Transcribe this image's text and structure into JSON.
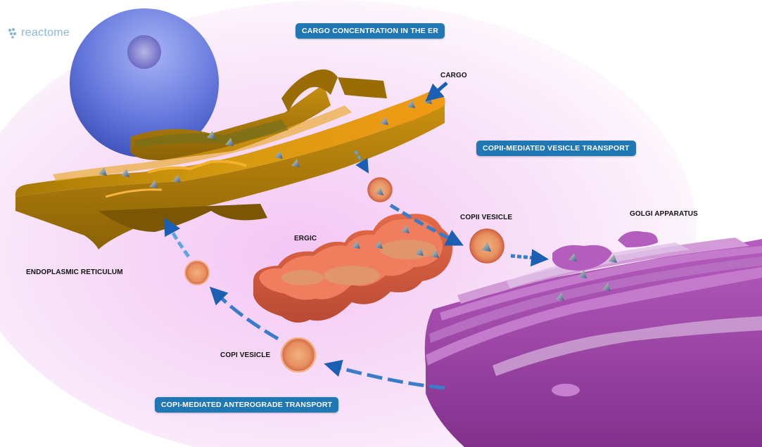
{
  "brand": {
    "logo_text": "reactome",
    "logo_color": "#8ab8d8"
  },
  "banners": {
    "cargo_concentration": "CARGO CONCENTRATION IN THE ER",
    "copii_transport": "COPII-MEDIATED VESICLE TRANSPORT",
    "copi_transport": "COPI-MEDIATED ANTEROGRADE TRANSPORT"
  },
  "labels": {
    "cargo": "CARGO",
    "copii_vesicle": "COPII VESICLE",
    "golgi": "GOLGI APPARATUS",
    "ergic": "ERGIC",
    "er": "ENDOPLASMIC RETICULUM",
    "copi_vesicle": "COPI VESICLE"
  },
  "colors": {
    "banner_blue": "#1f77b4",
    "arrow_blue": "#1a5fb4",
    "nucleus": "#5a6fd6",
    "er_gold": "#c8930a",
    "ergic_red": "#ec6a4a",
    "golgi_purple": "#a84fb0",
    "vesicle_orange": "#f0a070"
  }
}
